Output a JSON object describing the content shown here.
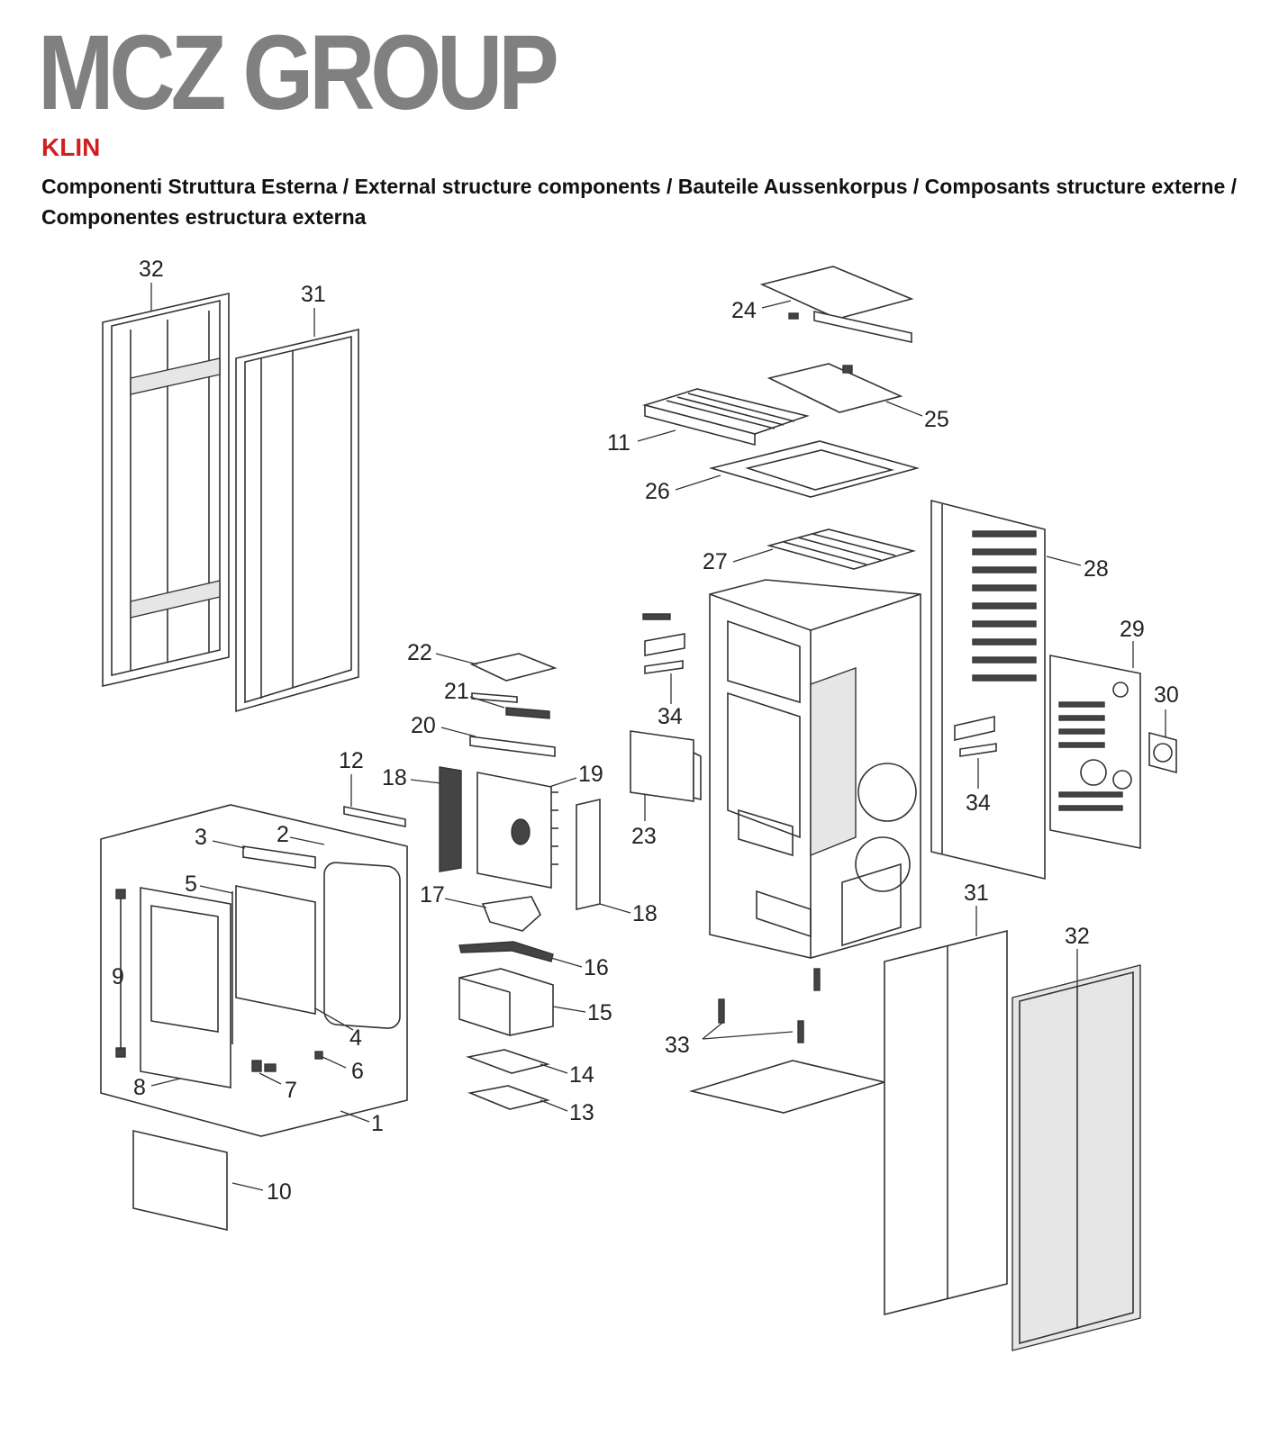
{
  "header": {
    "brand": "MCZ GROUP",
    "model": "KLIN",
    "subtitle": "Componenti Struttura Esterna / External structure components / Bauteile Aussenkorpus / Composants structure externe / Componentes estructura externa"
  },
  "diagram": {
    "callouts": [
      "32",
      "31",
      "24",
      "25",
      "11",
      "26",
      "27",
      "28",
      "29",
      "30",
      "22",
      "21",
      "20",
      "34",
      "34",
      "12",
      "18",
      "19",
      "23",
      "3",
      "2",
      "5",
      "9",
      "17",
      "18",
      "31",
      "32",
      "16",
      "15",
      "4",
      "6",
      "7",
      "8",
      "33",
      "14",
      "13",
      "1",
      "10"
    ]
  },
  "colors": {
    "brand_gray": "#808080",
    "model_red": "#d01f1f"
  }
}
